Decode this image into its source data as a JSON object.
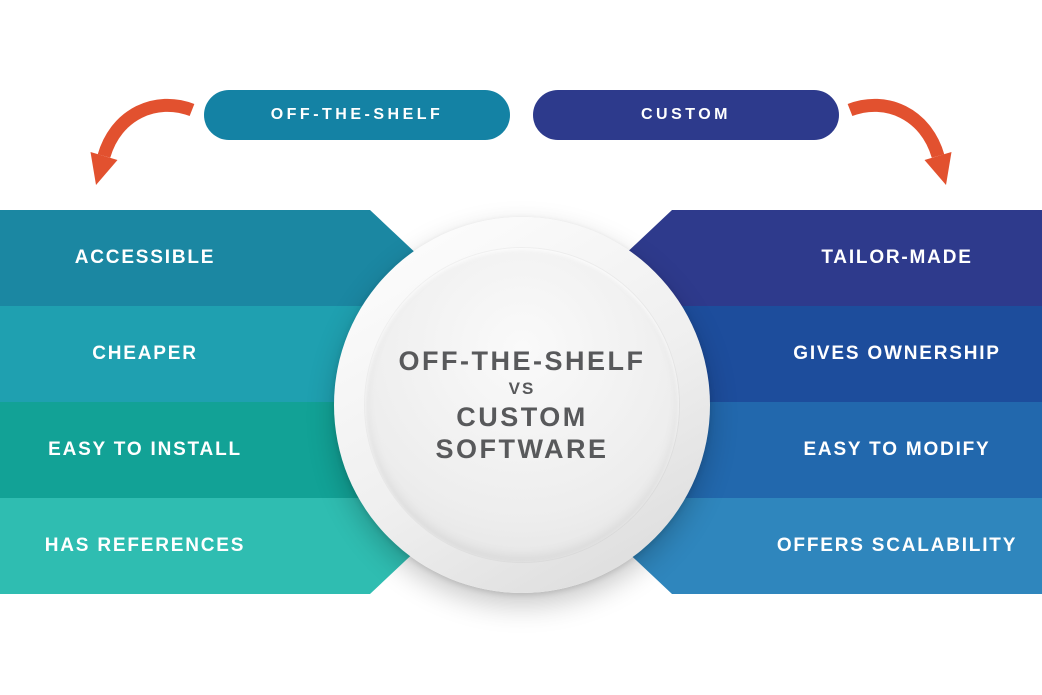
{
  "center": {
    "line1": "OFF-THE-SHELF",
    "divider": "VS",
    "line2": "CUSTOM SOFTWARE",
    "text_color": "#58595b"
  },
  "pills": {
    "left": {
      "label": "OFF-THE-SHELF",
      "bg": "#1482a4"
    },
    "right": {
      "label": "CUSTOM",
      "bg": "#2d3a8c"
    }
  },
  "left_column": {
    "items": [
      {
        "label": "ACCESSIBLE",
        "bg": "#1b87a2"
      },
      {
        "label": "CHEAPER",
        "bg": "#1fa0b0"
      },
      {
        "label": "EASY TO INSTALL",
        "bg": "#12a296"
      },
      {
        "label": "HAS REFERENCES",
        "bg": "#2fbdb1"
      }
    ]
  },
  "right_column": {
    "items": [
      {
        "label": "TAILOR-MADE",
        "bg": "#2e3a8c"
      },
      {
        "label": "GIVES OWNERSHIP",
        "bg": "#1d4d9c"
      },
      {
        "label": "EASY TO MODIFY",
        "bg": "#2268ad"
      },
      {
        "label": "OFFERS SCALABILITY",
        "bg": "#2f86bd"
      }
    ]
  },
  "arrows": {
    "color": "#e2512f"
  }
}
